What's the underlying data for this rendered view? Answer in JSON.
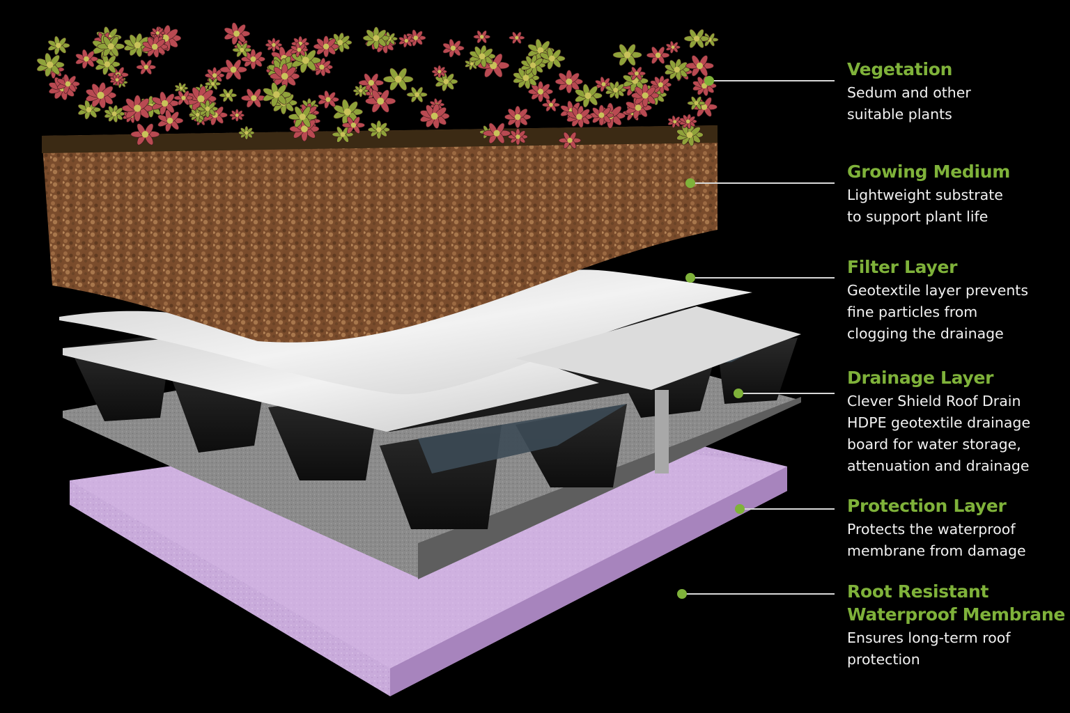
{
  "colors": {
    "background": "#000000",
    "title": "#7fb23a",
    "body_text": "#f2f2f2",
    "marker": "#7fb23a",
    "leader_line": "#d9d9d9",
    "vegetation_red": "#b94a52",
    "vegetation_green": "#8fa23a",
    "substrate": "#8a5a36",
    "filter": "#e4e4e4",
    "drainage": "#1b1b1b",
    "protection": "#8c8c8c",
    "membrane": "#c7a9d9"
  },
  "layers": [
    {
      "title": "Vegetation",
      "description": "Sedum and other\nsuitable plants"
    },
    {
      "title": "Growing Medium",
      "description": "Lightweight substrate\nto support plant life"
    },
    {
      "title": "Filter Layer",
      "description": "Geotextile layer prevents\nfine particles from\nclogging the drainage"
    },
    {
      "title": "Drainage Layer",
      "description": "Clever Shield Roof Drain\nHDPE geotextile drainage\nboard for water storage,\nattenuation and drainage"
    },
    {
      "title": "Protection Layer",
      "description": "Protects the waterproof\nmembrane from damage"
    },
    {
      "title": "Root Resistant Waterproof Membrane",
      "description": "Ensures long-term roof\nprotection"
    }
  ]
}
